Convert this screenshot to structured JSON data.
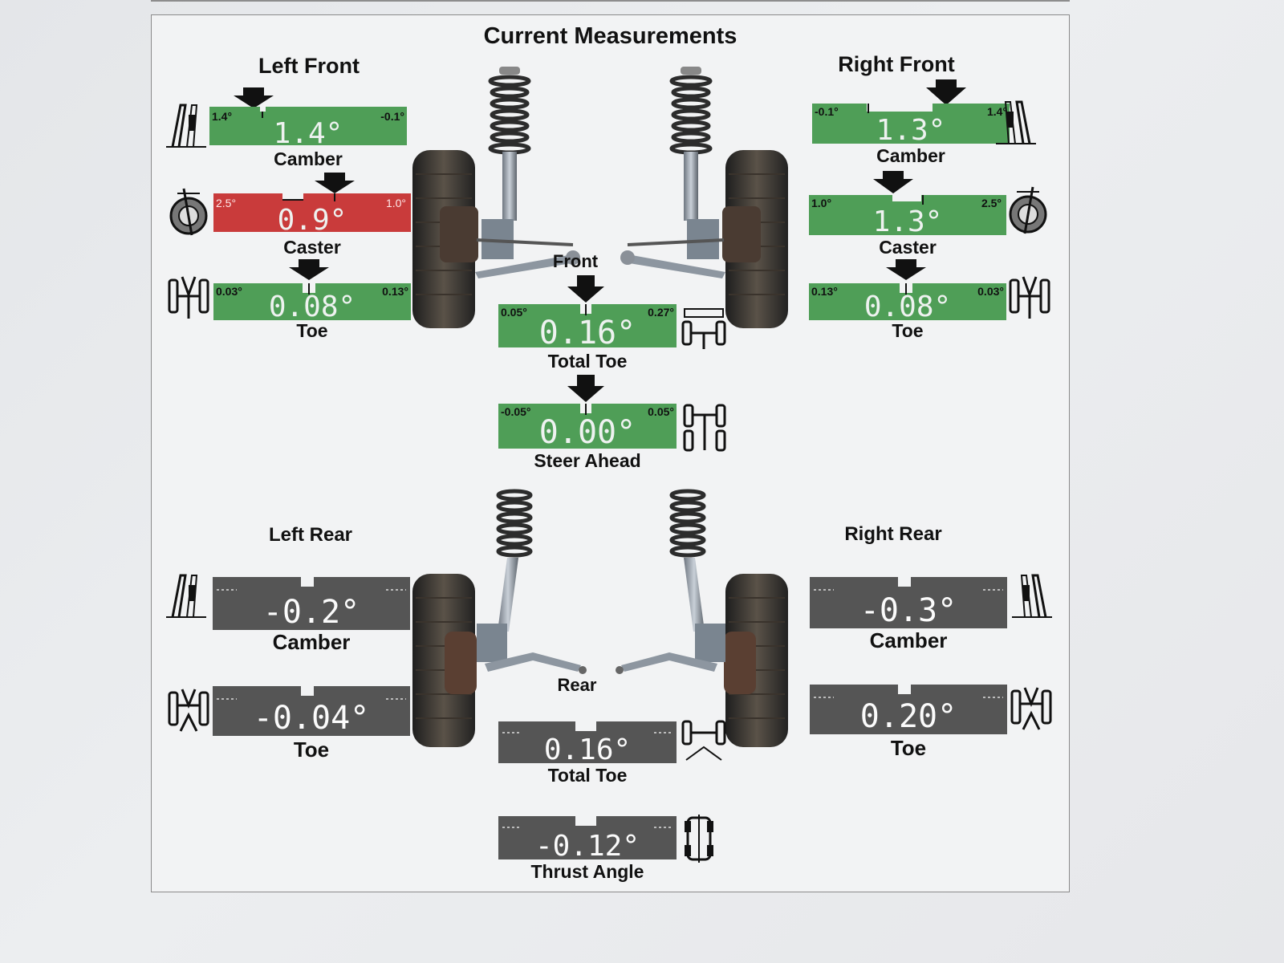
{
  "title": "Current Measurements",
  "sections": {
    "left_front": "Left Front",
    "right_front": "Right Front",
    "left_rear": "Left Rear",
    "right_rear": "Right Rear",
    "front": "Front",
    "rear": "Rear"
  },
  "colors": {
    "in_spec": "#4f9e57",
    "out_of_spec": "#c93b3b",
    "no_spec": "#555555"
  },
  "gauges": {
    "lf_camber": {
      "label": "Camber",
      "value": "1.4°",
      "min": "1.4°",
      "max": "-0.1°",
      "status": "in_spec"
    },
    "lf_caster": {
      "label": "Caster",
      "value": "0.9°",
      "min": "2.5°",
      "max": "1.0°",
      "status": "out_of_spec"
    },
    "lf_toe": {
      "label": "Toe",
      "value": "0.08°",
      "min": "0.03°",
      "max": "0.13°",
      "status": "in_spec"
    },
    "rf_camber": {
      "label": "Camber",
      "value": "1.3°",
      "min": "-0.1°",
      "max": "1.4°",
      "status": "in_spec"
    },
    "rf_caster": {
      "label": "Caster",
      "value": "1.3°",
      "min": "1.0°",
      "max": "2.5°",
      "status": "in_spec"
    },
    "rf_toe": {
      "label": "Toe",
      "value": "0.08°",
      "min": "0.13°",
      "max": "0.03°",
      "status": "in_spec"
    },
    "front_total_toe": {
      "label": "Total Toe",
      "value": "0.16°",
      "min": "0.05°",
      "max": "0.27°",
      "status": "in_spec"
    },
    "steer_ahead": {
      "label": "Steer Ahead",
      "value": "0.00°",
      "min": "-0.05°",
      "max": "0.05°",
      "status": "in_spec"
    },
    "lr_camber": {
      "label": "Camber",
      "value": "-0.2°",
      "status": "no_spec"
    },
    "lr_toe": {
      "label": "Toe",
      "value": "-0.04°",
      "status": "no_spec"
    },
    "rr_camber": {
      "label": "Camber",
      "value": "-0.3°",
      "status": "no_spec"
    },
    "rr_toe": {
      "label": "Toe",
      "value": "0.20°",
      "status": "no_spec"
    },
    "rear_total_toe": {
      "label": "Total Toe",
      "value": "0.16°",
      "status": "no_spec"
    },
    "thrust_angle": {
      "label": "Thrust Angle",
      "value": "-0.12°",
      "status": "no_spec"
    }
  },
  "icons": [
    "camber-icon",
    "caster-icon",
    "toe-icon",
    "total-toe-icon",
    "steer-ahead-icon",
    "thrust-angle-icon",
    "front-suspension-image",
    "rear-suspension-image"
  ]
}
